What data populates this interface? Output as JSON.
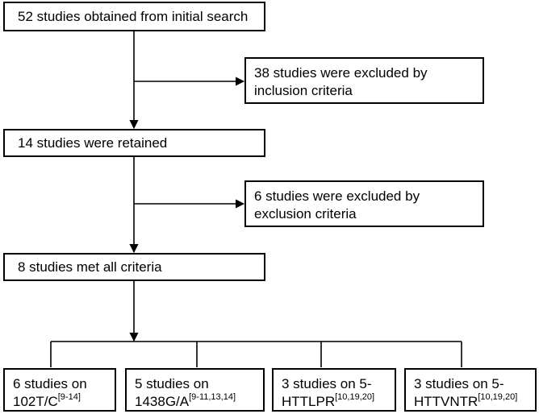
{
  "boxes": {
    "initial_search": {
      "text": "52 studies obtained from initial search"
    },
    "excluded_inclusion": {
      "line1": "38 studies were excluded by",
      "line2": "inclusion criteria"
    },
    "retained": {
      "text": "14 studies were retained"
    },
    "excluded_exclusion": {
      "line1": "6 studies were excluded by",
      "line2": "exclusion criteria"
    },
    "met_all": {
      "text": "8 studies met all criteria"
    }
  },
  "outcomes": [
    {
      "line1": "6 studies on",
      "line2": "102T/C",
      "ref": "[9-14]"
    },
    {
      "line1": "5 studies on",
      "line2": "1438G/A",
      "ref": "[9-11,13,14]"
    },
    {
      "line1": "3 studies on 5-",
      "line2": "HTTLPR",
      "ref": "[10,19,20]"
    },
    {
      "line1": "3 studies on 5-",
      "line2": "HTTVNTR",
      "ref": "[10,19,20]"
    }
  ],
  "colors": {
    "stroke": "#000000",
    "background": "#ffffff"
  }
}
